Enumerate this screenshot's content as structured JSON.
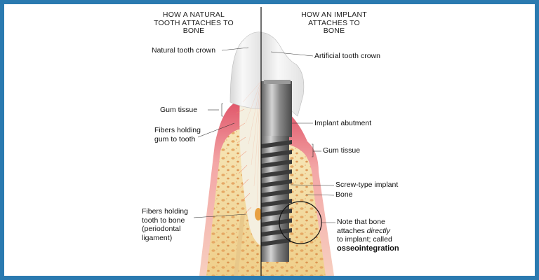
{
  "headings": {
    "natural": [
      "HOW A NATURAL",
      "TOOTH ATTACHES TO",
      "BONE"
    ],
    "implant": [
      "HOW AN IMPLANT",
      "ATTACHES TO",
      "BONE"
    ]
  },
  "labels": {
    "natural_crown": "Natural tooth crown",
    "gum_left": "Gum tissue",
    "fibers_gum": [
      "Fibers holding",
      "gum to tooth"
    ],
    "fibers_bone": [
      "Fibers holding",
      "tooth to bone",
      "(periodontal",
      "ligament)"
    ],
    "artificial_crown": "Artificial tooth crown",
    "abutment": "Implant abutment",
    "gum_right": "Gum tissue",
    "screw": "Screw-type implant",
    "bone": "Bone",
    "note_line1": "Note that bone",
    "note_line2_pre": "attaches ",
    "note_line2_em": "directly",
    "note_line3": "to implant; called",
    "note_bold": "osseointegration"
  }
}
